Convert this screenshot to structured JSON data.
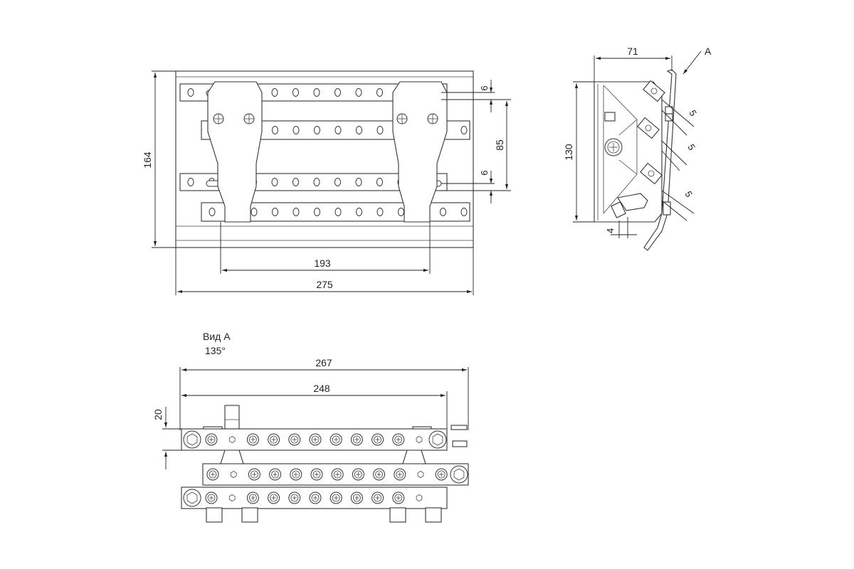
{
  "front_view": {
    "dim_height": "164",
    "dim_spacing": "85",
    "dim_gap_top": "6",
    "dim_gap_bottom": "6",
    "dim_inner_width": "193",
    "dim_total_width": "275"
  },
  "side_view": {
    "dim_depth": "71",
    "dim_height": "130",
    "dim_offset_1": "5",
    "dim_offset_2": "5",
    "dim_offset_3": "5",
    "dim_offset_bottom": "4",
    "view_marker": "A"
  },
  "view_a": {
    "title": "Вид А",
    "angle": "135°",
    "dim_overall": "267",
    "dim_bar": "248",
    "dim_height": "20"
  }
}
